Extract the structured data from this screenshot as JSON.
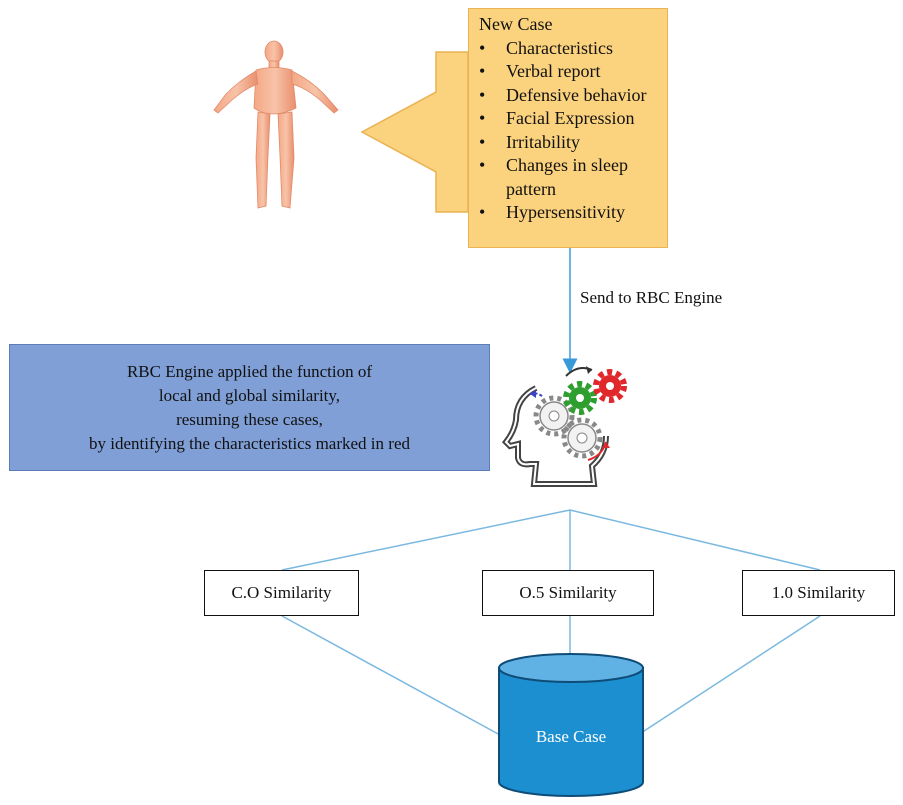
{
  "new_case": {
    "title": "New Case",
    "items": [
      "Characteristics",
      "Verbal report",
      "Defensive behavior",
      "Facial Expression",
      "Irritability",
      "Changes in sleep pattern",
      "Hypersensitivity"
    ],
    "color": "#fbd27d"
  },
  "send_label": "Send to RBC Engine",
  "engine_box": {
    "lines": [
      "RBC Engine applied the function of",
      "local and global similarity,",
      "resuming these cases,",
      "by identifying the characteristics marked in red"
    ],
    "color": "#7f9fd6"
  },
  "similarities": [
    "C.O Similarity",
    "O.5 Similarity",
    "1.0 Similarity"
  ],
  "database": {
    "label": "Base Case",
    "color": "#1b8fd0"
  },
  "icons": {
    "figure": "human-figure-icon",
    "engine": "head-gears-icon"
  }
}
